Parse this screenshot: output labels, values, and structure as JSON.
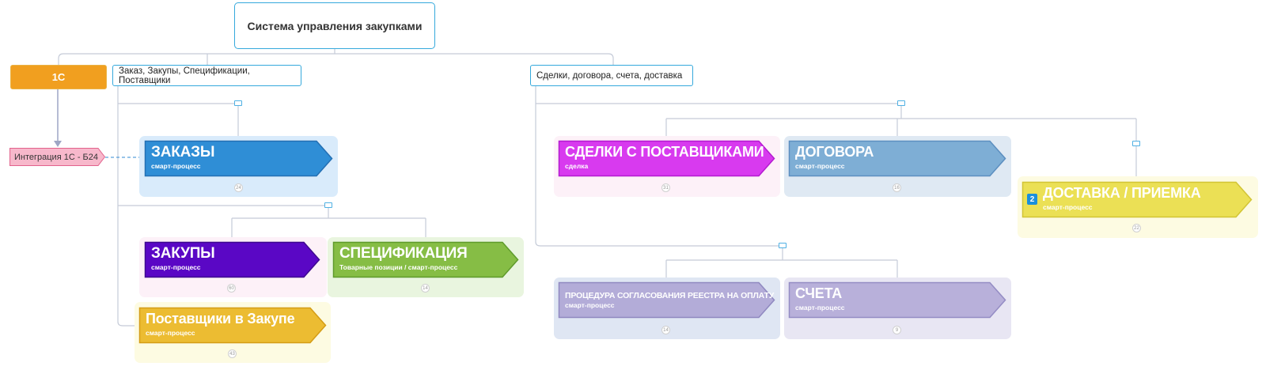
{
  "root": {
    "label": "Система управления закупками"
  },
  "onec": {
    "label": "1С"
  },
  "branches": {
    "left": "Заказ, Закупы, Спецификации, Поставщики",
    "right": "Сделки, договора, счета, доставка"
  },
  "integration": {
    "label": "Интеграция 1С - Б24"
  },
  "processes": {
    "zakazy": {
      "title": "ЗАКАЗЫ",
      "subtitle": "смарт-процесс",
      "count": "24",
      "color": "#2f8ed6"
    },
    "zakupy": {
      "title": "ЗАКУПЫ",
      "subtitle": "смарт-процесс",
      "count": "60",
      "color": "#5a07c5"
    },
    "spec": {
      "title": "СПЕЦИФИКАЦИЯ",
      "subtitle": "Товарные позиции / смарт-процесс",
      "count": "14",
      "color": "#86bd45"
    },
    "postav": {
      "title": "Поставщики в Закупе",
      "subtitle": "смарт-процесс",
      "count": "43",
      "color": "#ecbc32"
    },
    "sdelki": {
      "title": "СДЕЛКИ С ПОСТАВЩИКАМИ",
      "subtitle": "сделка",
      "count": "31",
      "color": "#d83aef"
    },
    "dogovora": {
      "title": "ДОГОВОРА",
      "subtitle": "смарт-процесс",
      "count": "16",
      "color": "#7eaed5"
    },
    "dostavka": {
      "title": "ДОСТАВКА / ПРИЕМКА",
      "subtitle": "смарт-процесс",
      "count": "22",
      "badge": "2",
      "color": "#ebe055"
    },
    "reestr": {
      "title": "ПРОЦЕДУРА СОГЛАСОВАНИЯ РЕЕСТРА НА ОПЛАТУ",
      "subtitle": "смарт-процесс",
      "count": "14",
      "color": "#b3acd8"
    },
    "scheta": {
      "title": "СЧЕТА",
      "subtitle": "смарт-процесс",
      "count": "9",
      "color": "#b8b0da"
    }
  },
  "colors": {
    "connector": "#c5cbd8",
    "accent": "#35a9dc",
    "integration_fill": "#f7b8cb",
    "integration_border": "#e2628c"
  }
}
